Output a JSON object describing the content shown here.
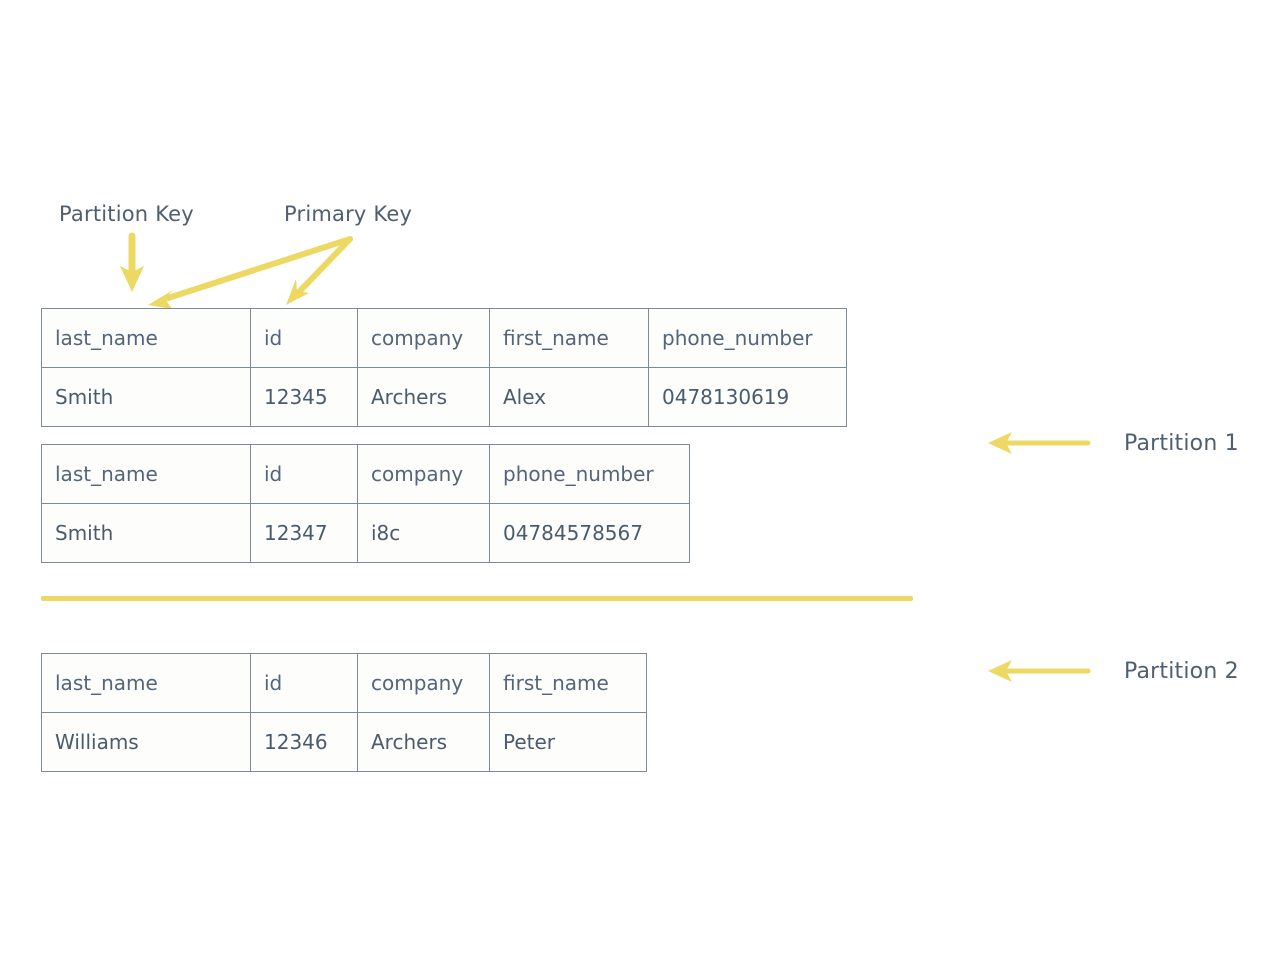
{
  "colors": {
    "background": "#ffffff",
    "accent_yellow": "#ecd862",
    "text_slate": "#4e5f70",
    "table_border": "#7d8a97"
  },
  "annotations": {
    "partition_key_label": "Partition Key",
    "primary_key_label": "Primary Key"
  },
  "tables": [
    {
      "id": "table-1",
      "headers": [
        "last_name",
        "id",
        "company",
        "first_name",
        "phone_number"
      ],
      "rows": [
        [
          "Smith",
          "12345",
          "Archers",
          "Alex",
          "0478130619"
        ]
      ]
    },
    {
      "id": "table-2",
      "headers": [
        "last_name",
        "id",
        "company",
        "phone_number"
      ],
      "rows": [
        [
          "Smith",
          "12347",
          "i8c",
          "04784578567"
        ]
      ]
    },
    {
      "id": "table-3",
      "headers": [
        "last_name",
        "id",
        "company",
        "first_name"
      ],
      "rows": [
        [
          "Williams",
          "12346",
          "Archers",
          "Peter"
        ]
      ]
    }
  ],
  "partitions": [
    {
      "label": "Partition 1"
    },
    {
      "label": "Partition 2"
    }
  ]
}
